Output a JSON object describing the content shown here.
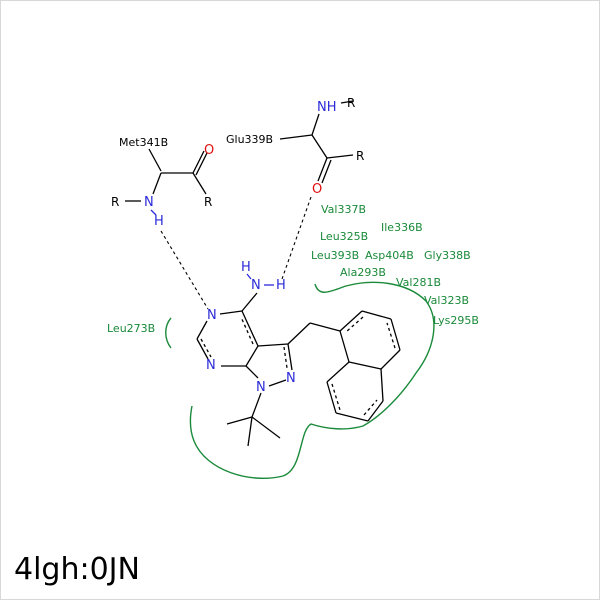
{
  "caption": "4lgh:0JN",
  "atoms": {
    "n": "N",
    "o": "O",
    "r": "R",
    "h": "H",
    "nh": "NH",
    "nh_b": "N"
  },
  "residues": {
    "met": "Met341B",
    "glu": "Glu339B",
    "val337": "Val337B",
    "ile336": "Ile336B",
    "leu325": "Leu325B",
    "leu393": "Leu393B",
    "asp404": "Asp404B",
    "gly338": "Gly338B",
    "ala293": "Ala293B",
    "val281": "Val281B",
    "val323": "Val323B",
    "lys295": "Lys295B",
    "leu273": "Leu273B"
  },
  "colors": {
    "nitrogen": "#2a2ad8",
    "oxygen": "#e01010",
    "pocket": "#1a8a3a"
  }
}
